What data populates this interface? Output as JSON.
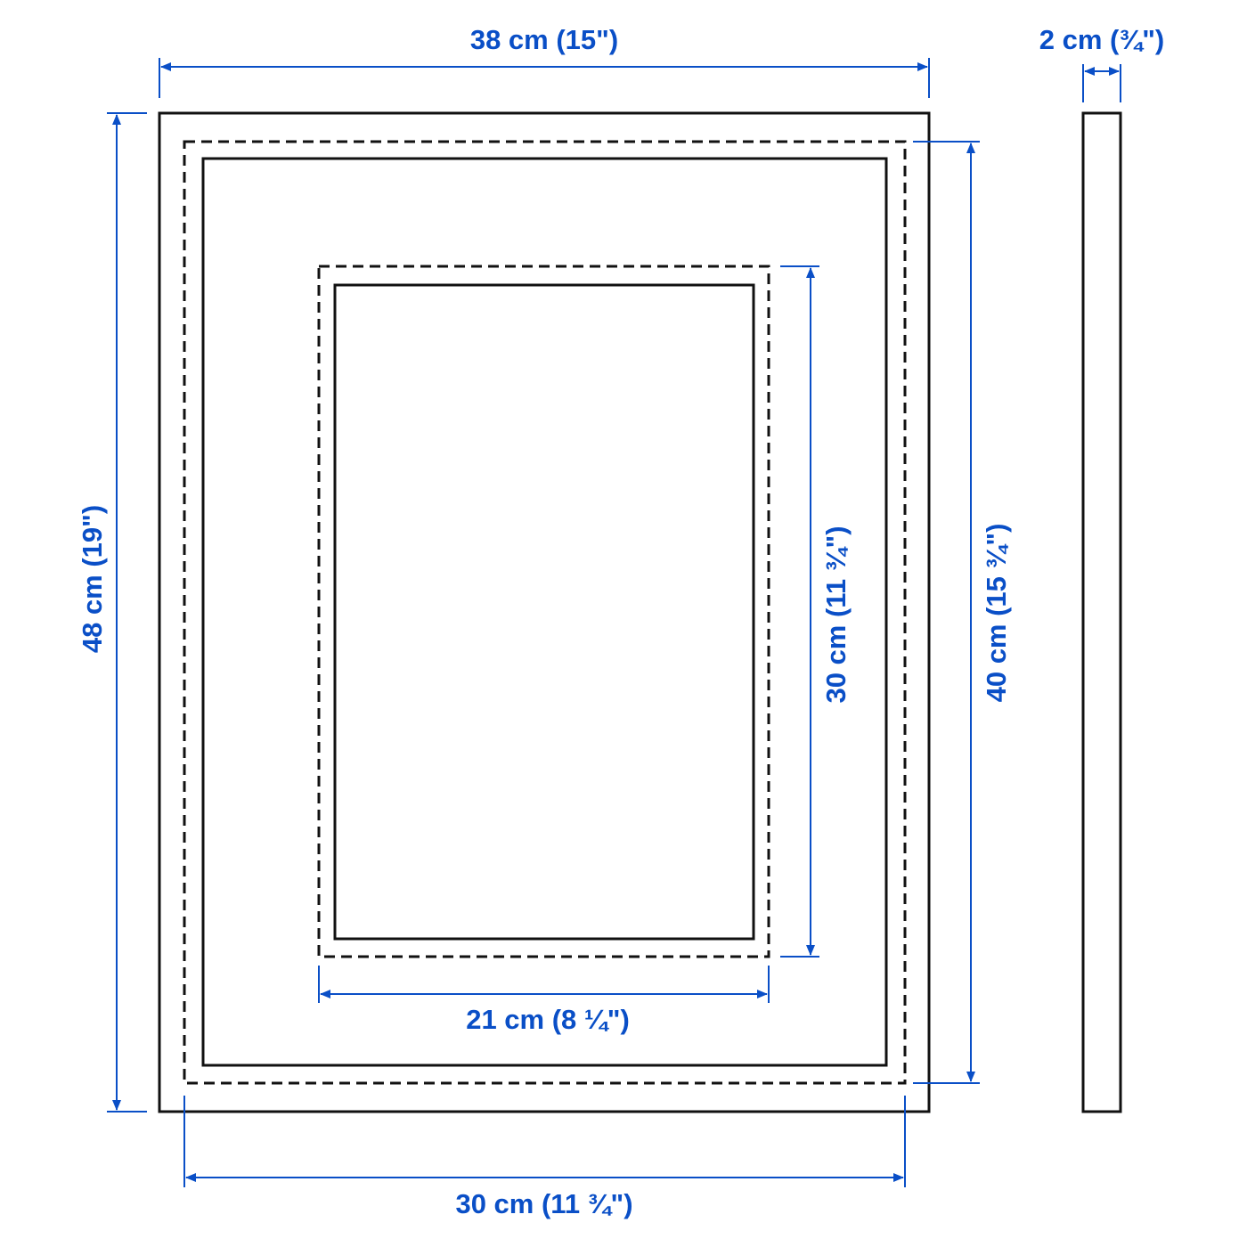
{
  "colors": {
    "dimension": "#0a4fc7",
    "outline": "#111111",
    "background": "#ffffff"
  },
  "dimensions": {
    "frame_width": "38 cm (15\")",
    "frame_height": "48 cm (19\")",
    "frame_depth": "2 cm (¾\")",
    "picture_width": "30 cm (11 ¾\")",
    "picture_height": "40 cm (15 ¾\")",
    "mat_opening_width": "21 cm (8 ¼\")",
    "mat_opening_height": "30 cm (11 ¾\")"
  }
}
